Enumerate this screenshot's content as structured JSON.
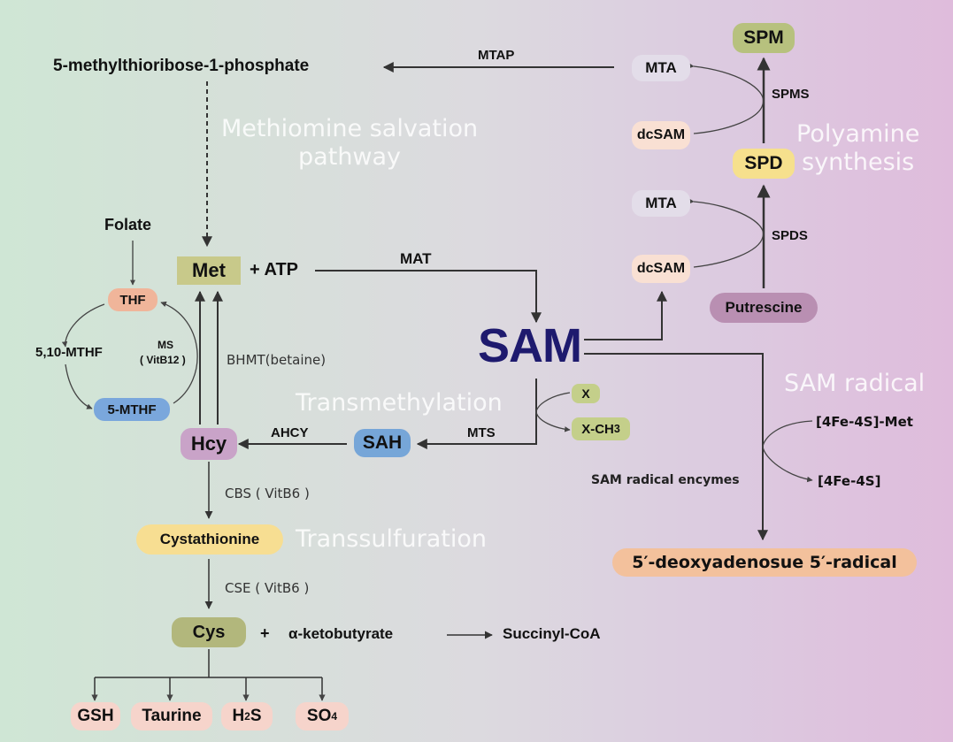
{
  "diagram": {
    "title": "Methionine / SAM metabolic pathway",
    "colors": {
      "background_left": "#cfe6d5",
      "background_right": "#dfbcdc",
      "SAM_text": "#1e1a6e",
      "met_box": "#c8c98a",
      "cys_box": "#b2b77c",
      "thf_box": "#f0b59a",
      "mthf5_box": "#7aa7dc",
      "hcy_box": "#c9a3c8",
      "sah_box": "#76a6d8",
      "cystathionine_box": "#f7de92",
      "product_box": "#f6d4cb",
      "spm_box": "#b7c17e",
      "spd_box": "#f6e08d",
      "mta_box": "#e3dde9",
      "dcsam_box": "#f9e0d3",
      "putrescine_box": "#b98fb2",
      "x_box": "#c4cf8a",
      "radical_box": "#f3c19c",
      "arrow": "#333333"
    },
    "regions": {
      "salvage": "Methiomine salvation\npathway",
      "polyamine": "Polyamine\nsynthesis",
      "transmethylation": "Transmethylation",
      "transsulfuration": "Transsulfuration",
      "sam_radical": "SAM radical"
    },
    "nodes": {
      "mtr1p": "5-methylthioribose-1-phosphate",
      "folate": "Folate",
      "met": "Met",
      "plus_atp": "+ ATP",
      "thf": "THF",
      "mthf510": "5,10-MTHF",
      "mthf5": "5-MTHF",
      "hcy": "Hcy",
      "sah": "SAH",
      "sam": "SAM",
      "x": "X",
      "xch3": "X-CH",
      "xch3_sub": "3",
      "cystathionine": "Cystathionine",
      "cys": "Cys",
      "plus_kb": "+",
      "ketobutyrate": "α-ketobutyrate",
      "succinylcoa": "Succinyl-CoA",
      "gsh": "GSH",
      "taurine": "Taurine",
      "h2s_a": "H",
      "h2s_sub": "2",
      "h2s_b": "S",
      "so4_a": "SO",
      "so4_sub": "4",
      "spm": "SPM",
      "spd": "SPD",
      "mta1": "MTA",
      "mta2": "MTA",
      "dcsam1": "dcSAM",
      "dcsam2": "dcSAM",
      "putrescine": "Putrescine",
      "fe_met": "[4Fe-4S]-Met",
      "fe": "[4Fe-4S]",
      "radical": "5′-deoxyadenosue 5′-radical"
    },
    "enzymes": {
      "mtap": "MTAP",
      "mat": "MAT",
      "spms": "SPMS",
      "spds": "SPDS",
      "ms": "MS",
      "vitb12": "( VitB12 )",
      "bhmt": "BHMT(betaine)",
      "ahcy": "AHCY",
      "mts": "MTS",
      "cbs": "CBS ( VitB6 )",
      "cse": "CSE ( VitB6 )",
      "radical_enzymes": "SAM radical encymes"
    }
  }
}
